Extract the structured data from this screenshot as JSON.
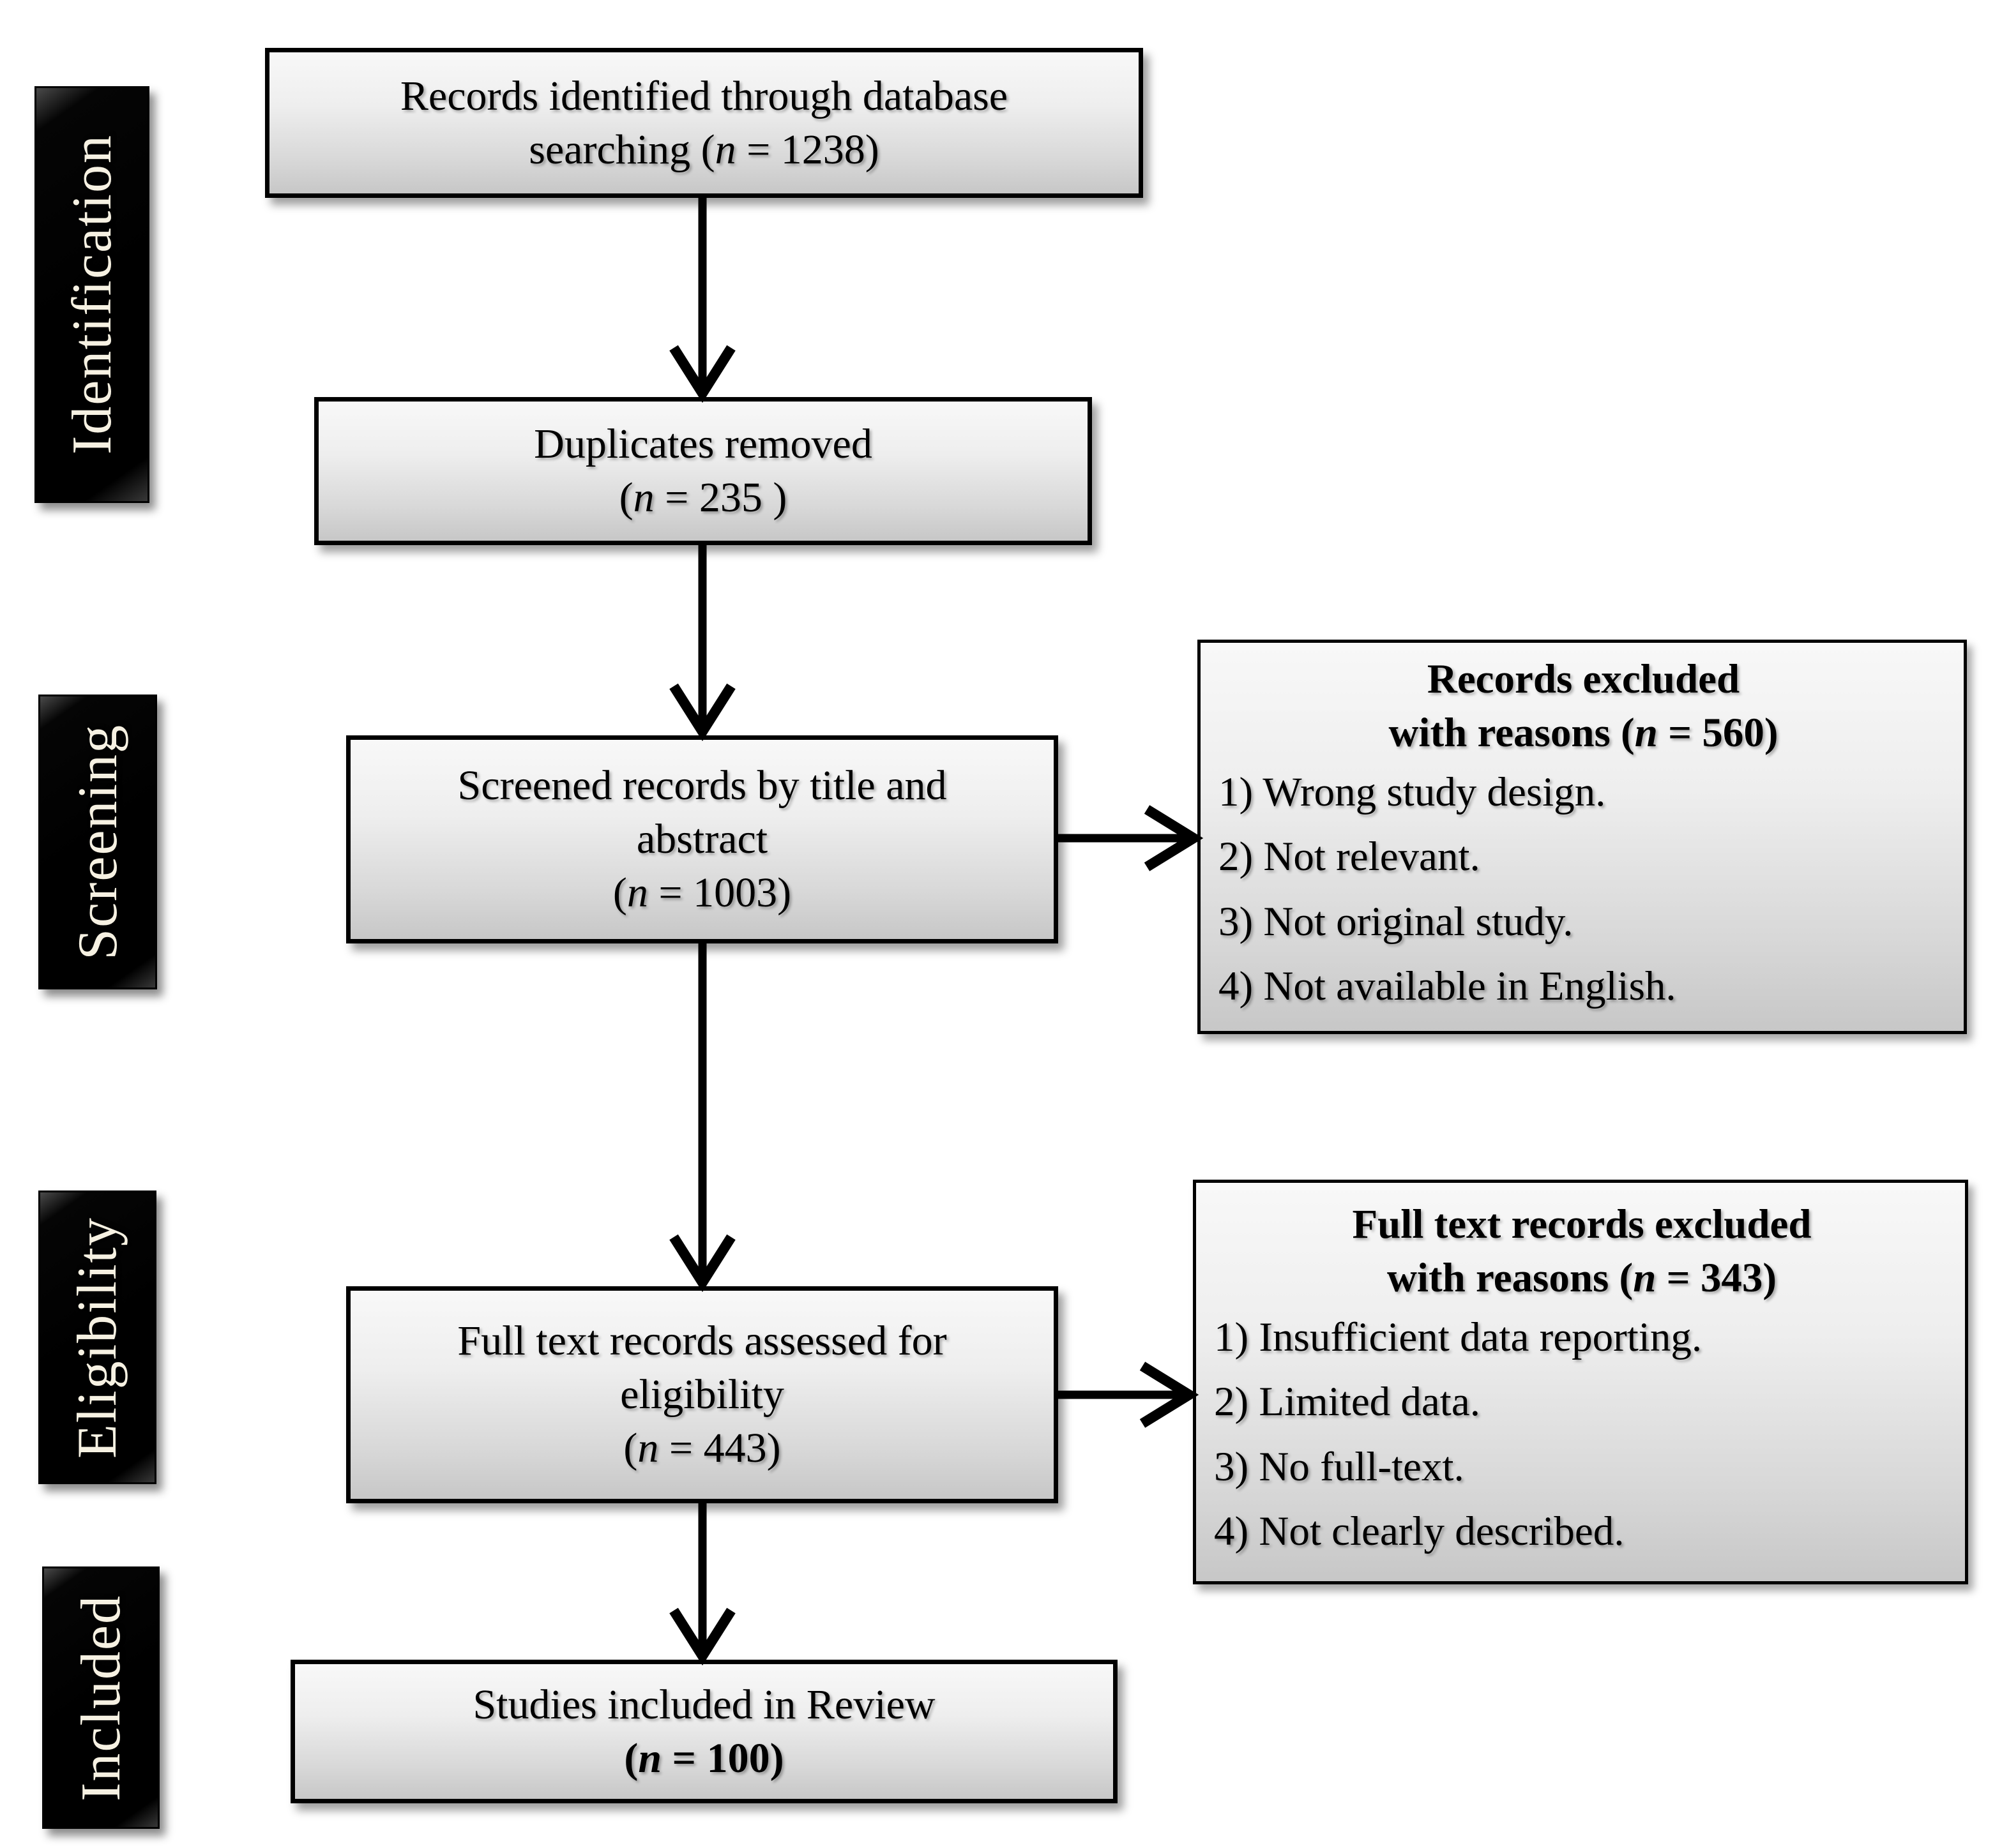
{
  "figure": {
    "kind": "PRISMA flow diagram",
    "background": "#ffffff"
  },
  "colors": {
    "bg": "#ffffff",
    "box-border": "#000000",
    "fill-top": "#f6f6f6",
    "fill-bot": "#c7c7c7",
    "stage-bg": "#000000",
    "stage-text": "#f6f1e2",
    "arrow": "#000000"
  },
  "sidebar": {
    "items": [
      {
        "label": "Identification"
      },
      {
        "label": "Screening"
      },
      {
        "label": "Eligibility"
      },
      {
        "label": "Included"
      }
    ]
  },
  "flow": {
    "boxes": [
      {
        "id": "records-identified",
        "n": "1238",
        "lines": [
          [
            {
              "t": "Records identified through database"
            }
          ],
          [
            {
              "t": "searching ("
            },
            {
              "t": "n",
              "i": true
            },
            {
              "t": " = 1238)"
            }
          ]
        ]
      },
      {
        "id": "duplicates-removed",
        "n": "235",
        "lines": [
          [
            {
              "t": "Duplicates removed"
            }
          ],
          [
            {
              "t": "("
            },
            {
              "t": "n",
              "i": true
            },
            {
              "t": " = 235 )"
            }
          ]
        ]
      },
      {
        "id": "screened-records",
        "n": "1003",
        "lines": [
          [
            {
              "t": "Screened records by title and"
            }
          ],
          [
            {
              "t": "abstract"
            }
          ],
          [
            {
              "t": "("
            },
            {
              "t": "n",
              "i": true
            },
            {
              "t": " = 1003)"
            }
          ]
        ]
      },
      {
        "id": "fulltext-assessed",
        "n": "443",
        "lines": [
          [
            {
              "t": "Full text records assessed for"
            }
          ],
          [
            {
              "t": "eligibility"
            }
          ],
          [
            {
              "t": "("
            },
            {
              "t": "n",
              "i": true
            },
            {
              "t": " = 443)"
            }
          ]
        ]
      },
      {
        "id": "studies-included",
        "n": "100",
        "lines": [
          [
            {
              "t": "Studies included in Review"
            }
          ],
          [
            {
              "t": "(",
              "b": true
            },
            {
              "t": "n",
              "b": true,
              "i": true
            },
            {
              "t": " = 100)",
              "b": true
            }
          ]
        ]
      }
    ]
  },
  "exclusions": [
    {
      "id": "records-excluded",
      "n": "560",
      "title_lines": [
        [
          {
            "t": "Records excluded",
            "b": true
          }
        ],
        [
          {
            "t": "with reasons (",
            "b": true
          },
          {
            "t": "n",
            "b": true,
            "i": true
          },
          {
            "t": " = 560)",
            "b": true
          }
        ]
      ],
      "items": [
        "1) Wrong study design.",
        "2) Not relevant.",
        "3) Not original study.",
        "4) Not available in English."
      ]
    },
    {
      "id": "fulltext-excluded",
      "n": "343",
      "title_lines": [
        [
          {
            "t": "Full text records excluded",
            "b": true
          }
        ],
        [
          {
            "t": "with reasons (",
            "b": true
          },
          {
            "t": "n",
            "b": true,
            "i": true
          },
          {
            "t": " = 343)",
            "b": true
          }
        ]
      ],
      "items": [
        "1) Insufficient data reporting.",
        "2) Limited data.",
        "3) No full-text.",
        "4) Not clearly described."
      ]
    }
  ]
}
